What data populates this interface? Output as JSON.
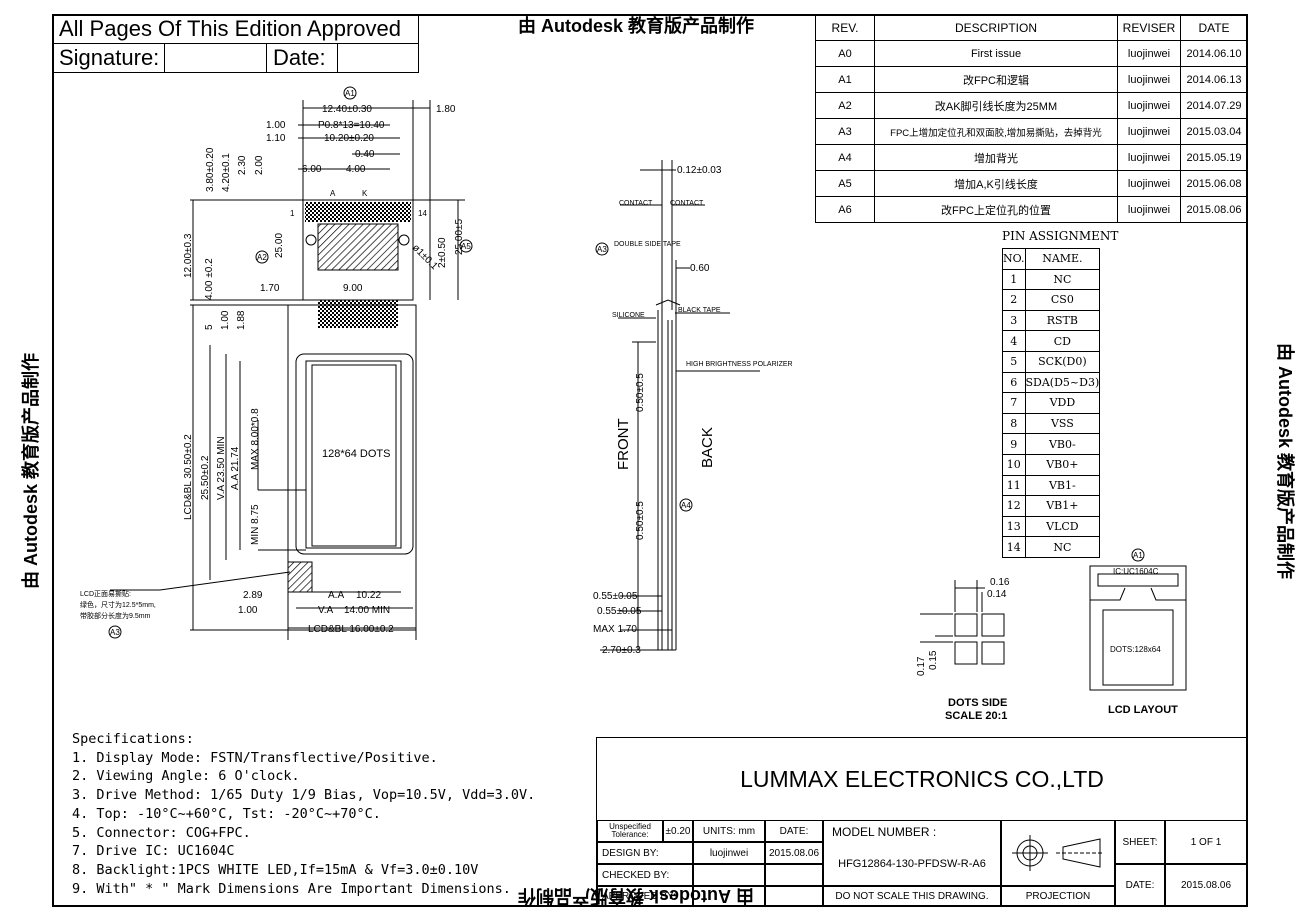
{
  "signature_block": {
    "approval": "All Pages Of This Edition Approved",
    "signature_label": "Signature:",
    "date_label": "Date:"
  },
  "watermark": "由 Autodesk 教育版产品制作",
  "revisions": {
    "headers": [
      "REV.",
      "DESCRIPTION",
      "REVISER",
      "DATE"
    ],
    "rows": [
      {
        "rev": "A0",
        "desc": "First issue",
        "reviser": "luojinwei",
        "date": "2014.06.10"
      },
      {
        "rev": "A1",
        "desc": "改FPC和逻辑",
        "reviser": "luojinwei",
        "date": "2014.06.13"
      },
      {
        "rev": "A2",
        "desc": "改AK脚引线长度为25MM",
        "reviser": "luojinwei",
        "date": "2014.07.29"
      },
      {
        "rev": "A3",
        "desc": "FPC上增加定位孔和双面胶,增加易撕贴，去掉背光",
        "reviser": "luojinwei",
        "date": "2015.03.04"
      },
      {
        "rev": "A4",
        "desc": "增加背光",
        "reviser": "luojinwei",
        "date": "2015.05.19"
      },
      {
        "rev": "A5",
        "desc": "增加A,K引线长度",
        "reviser": "luojinwei",
        "date": "2015.06.08"
      },
      {
        "rev": "A6",
        "desc": "改FPC上定位孔的位置",
        "reviser": "luojinwei",
        "date": "2015.08.06"
      }
    ]
  },
  "pin_assignment": {
    "title": "PIN ASSIGNMENT",
    "headers": [
      "NO.",
      "NAME."
    ],
    "rows": [
      [
        "1",
        "NC"
      ],
      [
        "2",
        "CS0"
      ],
      [
        "3",
        "RSTB"
      ],
      [
        "4",
        "CD"
      ],
      [
        "5",
        "SCK(D0)"
      ],
      [
        "6",
        "SDA(D5~D3)"
      ],
      [
        "7",
        "VDD"
      ],
      [
        "8",
        "VSS"
      ],
      [
        "9",
        "VB0-"
      ],
      [
        "10",
        "VB0+"
      ],
      [
        "11",
        "VB1-"
      ],
      [
        "12",
        "VB1+"
      ],
      [
        "13",
        "VLCD"
      ],
      [
        "14",
        "NC"
      ]
    ]
  },
  "front_view": {
    "dims_top": [
      "12.40±0.30",
      "1.80",
      "1.00",
      "P0.8*13=10.40",
      "1.10",
      "10.20±0.20",
      "0.40",
      "6.00",
      "4.00"
    ],
    "dims_left": [
      "3.80±0.20",
      "4.20±0.1",
      "2.30",
      "2.00",
      "12.00±0.3",
      "4.00 ±0.2",
      "5",
      "1.00",
      "1.88",
      "LCD&BL 30.50±0.2",
      "25.50±0.2",
      "V.A 23.50 MIN",
      "A.A 21.74",
      "MAX 8.00*0.8",
      "MIN 8.75"
    ],
    "dims_other": [
      "25.00",
      "2±0.50",
      "25.00±5",
      "ø1±0.1",
      "1.70",
      "9.00",
      "A",
      "K",
      "1",
      "14"
    ],
    "dots_label": "128*64 DOTS",
    "dims_bottom": [
      "2.89",
      "A.A",
      "10.22",
      "1.00",
      "V.A",
      "14.00 MIN",
      "LCD&BL 16.00±0.2"
    ],
    "note": [
      "LCD正面易撕贴:",
      "绿色，尺寸为12.5*5mm,",
      "带胶部分长度为9.5mm"
    ]
  },
  "side_view": {
    "dims": [
      "0.12±0.03",
      "0.60",
      "0.50±0.5",
      "0.50±0.5",
      "0.55±0.05",
      "0.55±0.05",
      "MAX 1.70",
      "2.70±0.3"
    ],
    "labels": [
      "CONTACT",
      "CONTACT",
      "DOUBLE SIDE TAPE",
      "SILICONE",
      "BLACK TAPE",
      "HIGH BRIGHTNESS POLARIZER",
      "FRONT",
      "BACK"
    ]
  },
  "dots_side": {
    "dims": [
      "0.16",
      "0.14",
      "0.17",
      "0.15"
    ],
    "caption1": "DOTS SIDE",
    "caption2": "SCALE 20:1"
  },
  "lcd_layout": {
    "ic": "IC:UC1604C",
    "dots": "DOTS:128x64",
    "caption": "LCD LAYOUT"
  },
  "revision_markers": [
    "A1",
    "A2",
    "A3",
    "A4",
    "A5"
  ],
  "specifications": {
    "title": "Specifications:",
    "items": [
      "1. Display Mode: FSTN/Transflective/Positive.",
      "2. Viewing Angle:  6 O'clock.",
      "3. Drive Method: 1/65 Duty 1/9 Bias, Vop=10.5V, Vdd=3.0V.",
      "4. Top: -10°C~+60°C, Tst: -20°C~+70°C.",
      "5. Connector:   COG+FPC.",
      "7. Drive IC: UC1604C",
      "8. Backlight:1PCS WHITE LED,If=15mA & Vf=3.0±0.10V",
      "9. With\" * \" Mark Dimensions Are Important Dimensions."
    ]
  },
  "title_block": {
    "company": "LUMMAX ELECTRONICS CO.,LTD",
    "unspecified_tolerance": "Unspecified Tolerance:",
    "tolerance_value": "±0.20",
    "units_label": "UNITS: mm",
    "date_label": "DATE:",
    "model_label": "MODEL NUMBER :",
    "model_number": "HFG12864-130-PFDSW-R-A6",
    "design_label": "DESIGN   BY:",
    "design_by": "luojinwei",
    "design_date": "2015.08.06",
    "checked_label": "CHECKED  BY:",
    "approved_label": "APPROVED BY:",
    "scale_note": "DO NOT SCALE THIS DRAWING.",
    "projection": "PROJECTION",
    "sheet_label": "SHEET:",
    "sheet_value": "1 OF 1",
    "date2_label": "DATE:",
    "date2_value": "2015.08.06"
  }
}
